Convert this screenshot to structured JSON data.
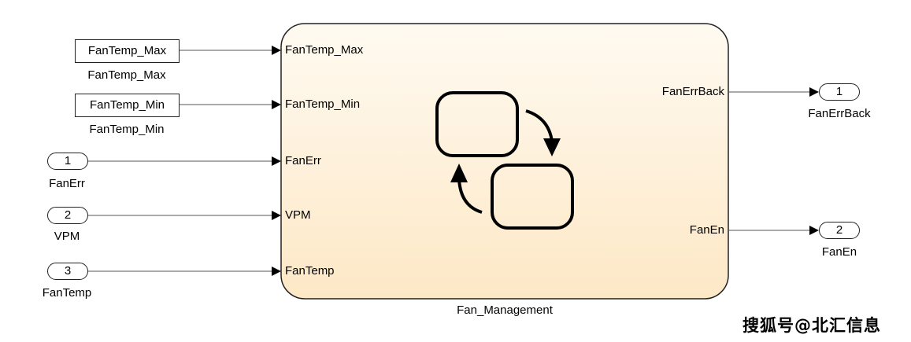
{
  "constants": [
    {
      "value": "FanTemp_Max",
      "name": "FanTemp_Max"
    },
    {
      "value": "FanTemp_Min",
      "name": "FanTemp_Min"
    }
  ],
  "inports": [
    {
      "number": "1",
      "name": "FanErr"
    },
    {
      "number": "2",
      "name": "VPM"
    },
    {
      "number": "3",
      "name": "FanTemp"
    }
  ],
  "chart": {
    "name": "Fan_Management",
    "inputs": [
      "FanTemp_Max",
      "FanTemp_Min",
      "FanErr",
      "VPM",
      "FanTemp"
    ],
    "outputs": [
      "FanErrBack",
      "FanEn"
    ],
    "colors": {
      "fill_top": "#fffaf1",
      "fill_bottom": "#fde8c6",
      "border": "#222222"
    }
  },
  "outports": [
    {
      "number": "1",
      "name": "FanErrBack"
    },
    {
      "number": "2",
      "name": "FanEn"
    }
  ],
  "watermark": "搜狐号@北汇信息"
}
